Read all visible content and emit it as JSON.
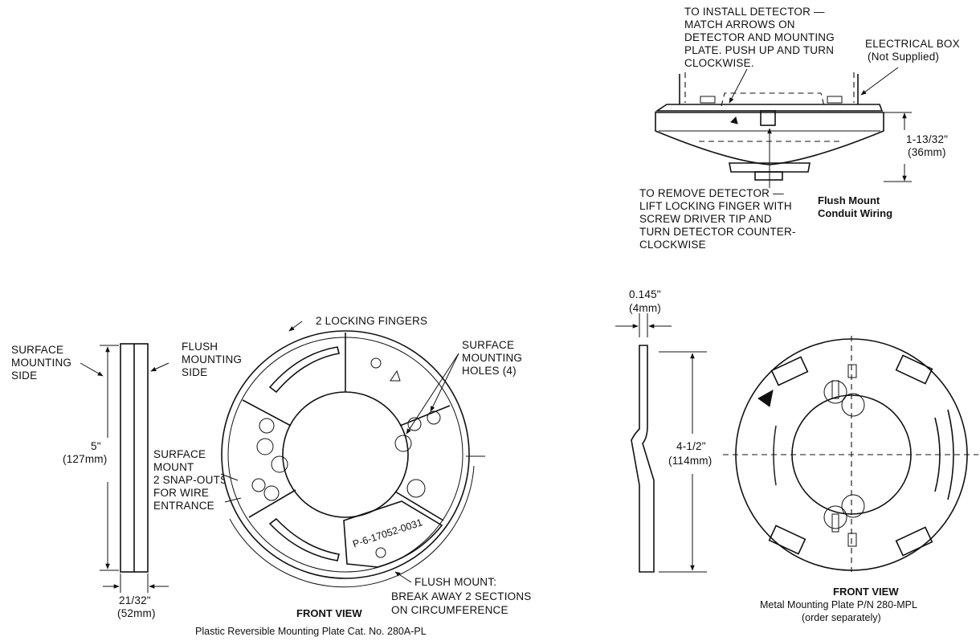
{
  "top_diagram": {
    "install_note": [
      "TO INSTALL DETECTOR —",
      "MATCH ARROWS ON",
      "DETECTOR AND MOUNTING",
      "PLATE. PUSH UP AND TURN",
      "CLOCKWISE."
    ],
    "electrical_box": [
      "ELECTRICAL BOX",
      "(Not Supplied)"
    ],
    "height_dim": [
      "1-13/32\"",
      "(36mm)"
    ],
    "remove_note": [
      "TO REMOVE DETECTOR —",
      "LIFT LOCKING FINGER WITH",
      "SCREW DRIVER TIP AND",
      "TURN DETECTOR COUNTER-",
      "CLOCKWISE"
    ],
    "caption": [
      "Flush Mount",
      "Conduit Wiring"
    ]
  },
  "plastic_plate": {
    "surface_side": [
      "SURFACE",
      "MOUNTING",
      "SIDE"
    ],
    "flush_side": [
      "FLUSH",
      "MOUNTING",
      "SIDE"
    ],
    "height_dim": [
      "5\"",
      "(127mm)"
    ],
    "width_dim": [
      "21/32\"",
      "(52mm)"
    ],
    "snap_outs": [
      "SURFACE",
      "MOUNT",
      "2 SNAP-OUTS",
      "FOR WIRE",
      "ENTRANCE"
    ],
    "locking_fingers": "2 LOCKING FINGERS",
    "mounting_holes": [
      "SURFACE",
      "MOUNTING",
      "HOLES (4)"
    ],
    "flush_breakaway": [
      "FLUSH MOUNT:",
      "BREAK AWAY 2 SECTIONS",
      "ON CIRCUMFERENCE"
    ],
    "part_stamp": "P-6-17052-0031",
    "front_view": "FRONT VIEW",
    "caption": "Plastic Reversible Mounting Plate Cat. No. 280A-PL"
  },
  "metal_plate": {
    "thickness_dim": [
      "0.145\"",
      "(4mm)"
    ],
    "height_dim": [
      "4-1/2\"",
      "(114mm)"
    ],
    "front_view": "FRONT VIEW",
    "caption": [
      "Metal Mounting Plate P/N 280-MPL",
      "(order separately)"
    ]
  }
}
